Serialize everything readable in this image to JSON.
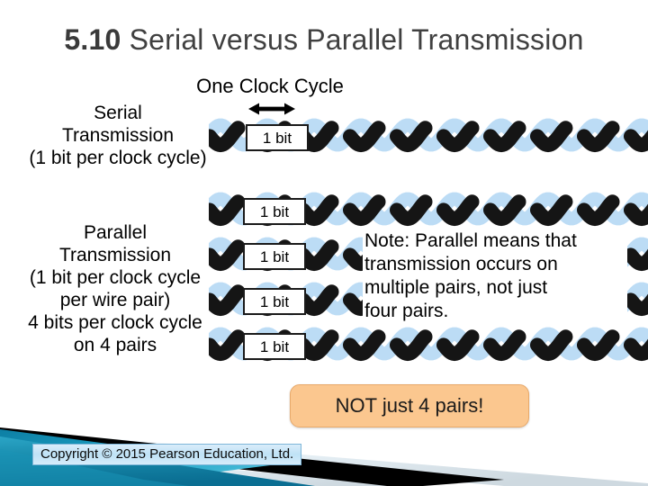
{
  "slide": {
    "title_number": "5.10",
    "title_text": "Serial versus Parallel Transmission",
    "background_color": "#ffffff",
    "title_color": "#404040"
  },
  "diagram": {
    "clock_caption": "One Clock Cycle",
    "arrow_icon": "double-headed-arrow-icon",
    "serial_label_lines": [
      "Serial",
      "Transmission",
      "(1 bit per clock cycle)"
    ],
    "parallel_label_lines": [
      "Parallel",
      "Transmission",
      "(1 bit per clock cycle",
      "per wire pair)",
      "4 bits per clock cycle",
      "on 4 pairs"
    ],
    "bit_label": "1 bit",
    "serial_rows": 1,
    "parallel_rows": 4,
    "wire_colors": {
      "strand_dark": "#151515",
      "strand_light": "#bcdcf5"
    },
    "note_lines": [
      "Note: Parallel means that",
      "transmission occurs on",
      "multiple pairs, not just",
      "four pairs."
    ]
  },
  "callout": {
    "text": "NOT just 4 pairs!",
    "fill_color": "#fbc78f",
    "border_color": "#e8a96a"
  },
  "footer": {
    "copyright": "Copyright © 2015 Pearson Education, Ltd.",
    "banner_teal": "#1b8fb0",
    "banner_teal_dark": "#0a6e92",
    "banner_black": "#000000",
    "banner_light": "#dfe9ef"
  }
}
